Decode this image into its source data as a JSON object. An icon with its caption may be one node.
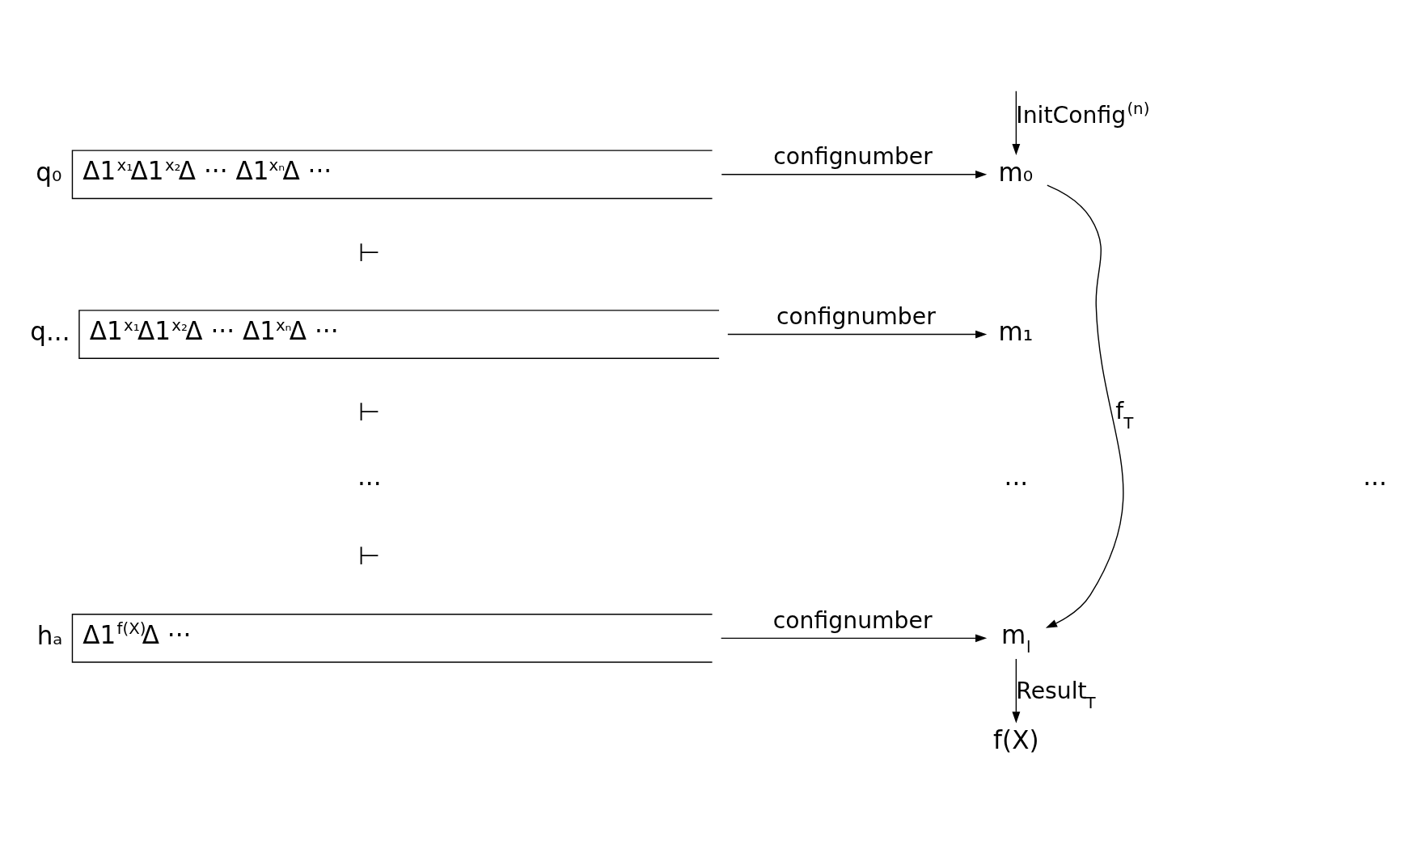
{
  "diagram": {
    "nodes": [
      {
        "text": [
          "q₀",
          "Δ1$^{x₁}$Δ1$^{x₂}$Δ ··· Δ1$^{xₙ}$Δ ···"
        ]
      },
      {
        "text": [
          "q...",
          "Δ1$^{x₁}$Δ1$^{x₂}$Δ ··· Δ1$^{xₙ}$Δ ···"
        ]
      },
      {
        "text": [
          "hₐ",
          "Δ1$^{f(X)}$Δ ···"
        ]
      },
      {
        "text": [
          "m₀"
        ]
      },
      {
        "text": [
          "m₁"
        ]
      },
      {
        "text": [
          "···"
        ]
      },
      {
        "text": [
          "m$_{l}$"
        ]
      },
      {
        "text": [
          "f(X)"
        ]
      }
    ],
    "edges": [
      {
        "from": null,
        "to": 3,
        "arrow": "to",
        "label": "InitConfig$^{(n)}$"
      },
      {
        "from": 0,
        "to": 3,
        "arrow": "to",
        "label": "confignumber"
      },
      {
        "from": 1,
        "to": 4,
        "arrow": "to",
        "label": "confignumber"
      },
      {
        "from": 2,
        "to": 6,
        "arrow": "to",
        "label": "confignumber"
      },
      {
        "from": 3,
        "to": 6,
        "arrow": "to",
        "label": "f$_{T}$"
      },
      {
        "from": 6,
        "to": 7,
        "arrow": "to",
        "label": "Result$_{T}$"
      }
    ],
    "labels": [
      "⊢",
      "⊢",
      "···",
      "···",
      "⊢"
    ]
  }
}
